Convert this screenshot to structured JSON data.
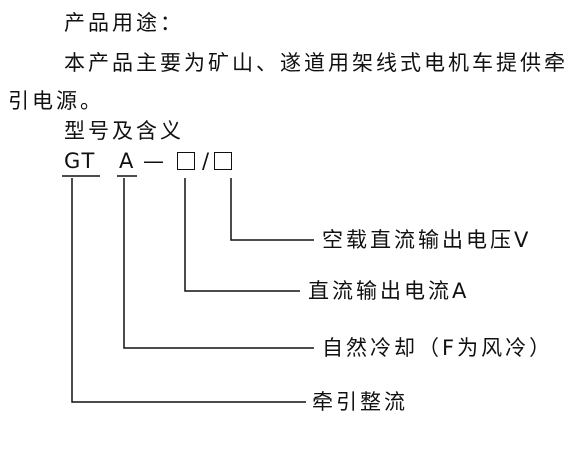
{
  "heading_use": "产品用途：",
  "para_line1": "本产品主要为矿山、遂道用架线式电机车提供牵",
  "para_line2": "引电源。",
  "heading_model": "型号及含义",
  "model": {
    "part1": "GT",
    "part2": "A",
    "dash": "—",
    "slash": "/"
  },
  "legend": {
    "voltage": "空载直流输出电压V",
    "current": "直流输出电流A",
    "cooling": "自然冷却（F为风冷）",
    "rectifier": "牵引整流"
  }
}
